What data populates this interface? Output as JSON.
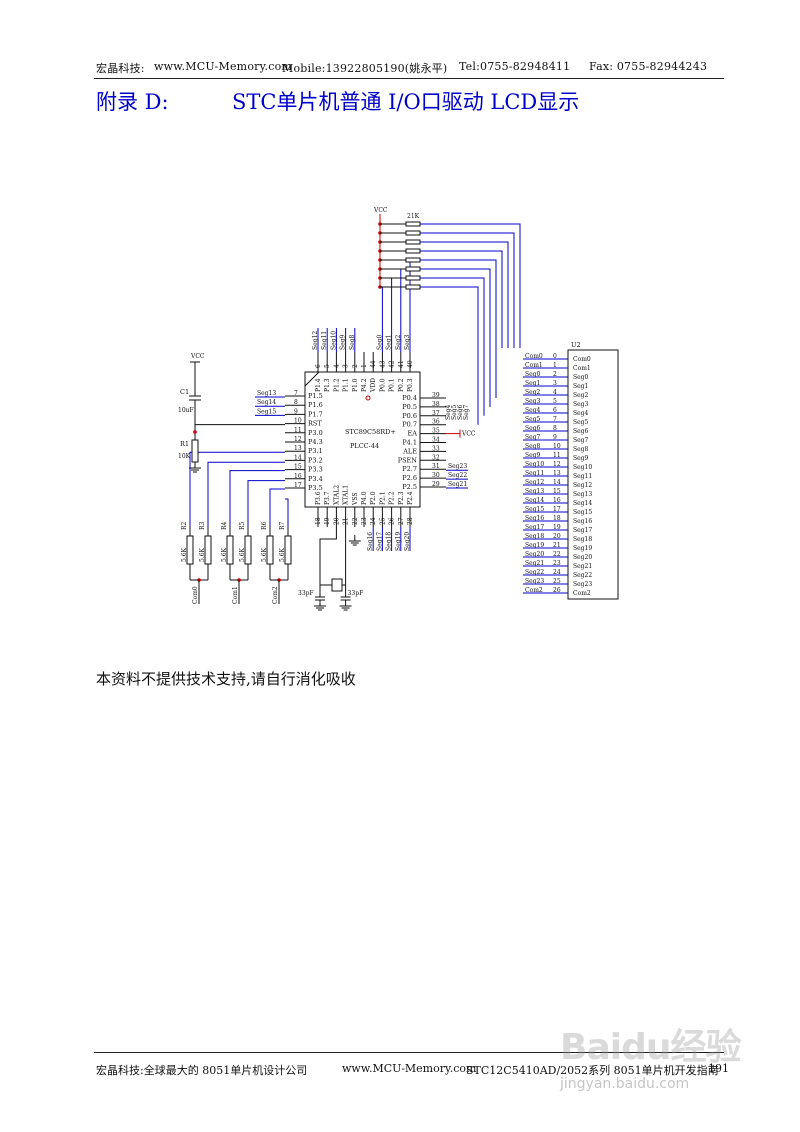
{
  "header": {
    "company": "宏晶科技:",
    "website": "www.MCU-Memory.com",
    "mobile": "Mobile:13922805190(姚永平)",
    "tel": "Tel:0755-82948411",
    "fax": "Fax: 0755-82944243"
  },
  "title": {
    "label": "附录 D:",
    "text": "STC单片机普通 I/O口驱动 LCD显示"
  },
  "schematic": {
    "vcc": "VCC",
    "resistor_array_label": "21K",
    "chip_name": "STC89C58RD+",
    "chip_package": "PLCC-44",
    "lcd_ref": "U2",
    "c1": "C1",
    "c1_value": "10uF",
    "r1": "R1",
    "r1_value": "10K",
    "cap_value": "33pF",
    "rst": "RST",
    "ea": "EA",
    "ale": "ALE",
    "psen": "PSEN",
    "left_pins": [
      {
        "name": "P1.5",
        "num": "7",
        "net": "Seg13"
      },
      {
        "name": "P1.6",
        "num": "8",
        "net": "Seg14"
      },
      {
        "name": "P1.7",
        "num": "9",
        "net": "Seg15"
      },
      {
        "name": "RST",
        "num": "10",
        "net": ""
      },
      {
        "name": "P3.0",
        "num": "11",
        "net": ""
      },
      {
        "name": "P4.3",
        "num": "12",
        "net": ""
      },
      {
        "name": "P3.1",
        "num": "13",
        "net": ""
      },
      {
        "name": "P3.2",
        "num": "14",
        "net": ""
      },
      {
        "name": "P3.3",
        "num": "15",
        "net": ""
      },
      {
        "name": "P3.4",
        "num": "16",
        "net": ""
      },
      {
        "name": "P3.5",
        "num": "17",
        "net": ""
      }
    ],
    "top_pins": [
      {
        "name": "P1.4",
        "num": "6",
        "net": "Seg12"
      },
      {
        "name": "P1.3",
        "num": "5",
        "net": "Seg11"
      },
      {
        "name": "P1.2",
        "num": "4",
        "net": "Seg10"
      },
      {
        "name": "P1.1",
        "num": "3",
        "net": "Seg9"
      },
      {
        "name": "P1.0",
        "num": "2",
        "net": "Seg8"
      },
      {
        "name": "P4.2",
        "num": "1",
        "net": ""
      },
      {
        "name": "VDD",
        "num": "44",
        "net": ""
      },
      {
        "name": "P0.0",
        "num": "43",
        "net": "Seg0"
      },
      {
        "name": "P0.1",
        "num": "42",
        "net": "Seg1"
      },
      {
        "name": "P0.2",
        "num": "41",
        "net": "Seg2"
      },
      {
        "name": "P0.3",
        "num": "40",
        "net": "Seg3"
      }
    ],
    "right_pins": [
      {
        "name": "P0.4",
        "num": "39",
        "net": "Seg4"
      },
      {
        "name": "P0.5",
        "num": "38",
        "net": "Seg5"
      },
      {
        "name": "P0.6",
        "num": "37",
        "net": "Seg6"
      },
      {
        "name": "P0.7",
        "num": "36",
        "net": "Seg7"
      },
      {
        "name": "EA",
        "num": "35",
        "net": "VCC"
      },
      {
        "name": "P4.1",
        "num": "34",
        "net": ""
      },
      {
        "name": "ALE",
        "num": "33",
        "net": ""
      },
      {
        "name": "PSEN",
        "num": "32",
        "net": ""
      },
      {
        "name": "P2.7",
        "num": "31",
        "net": "Seg23"
      },
      {
        "name": "P2.6",
        "num": "30",
        "net": "Seg22"
      },
      {
        "name": "P2.5",
        "num": "29",
        "net": "Seg21"
      }
    ],
    "bottom_pins": [
      {
        "name": "P3.6",
        "num": "18",
        "net": ""
      },
      {
        "name": "P3.7",
        "num": "19",
        "net": ""
      },
      {
        "name": "XTAL2",
        "num": "20",
        "net": ""
      },
      {
        "name": "XTAL1",
        "num": "21",
        "net": ""
      },
      {
        "name": "VSS",
        "num": "22",
        "net": ""
      },
      {
        "name": "P4.0",
        "num": "23",
        "net": ""
      },
      {
        "name": "P2.0",
        "num": "24",
        "net": "Seg16"
      },
      {
        "name": "P2.1",
        "num": "25",
        "net": "Seg17"
      },
      {
        "name": "P2.2",
        "num": "26",
        "net": "Seg18"
      },
      {
        "name": "P2.3",
        "num": "27",
        "net": "Seg19"
      },
      {
        "name": "P2.4",
        "num": "28",
        "net": "Seg20"
      }
    ],
    "bias_resistors": [
      {
        "ref": "R2",
        "value": "5.6K"
      },
      {
        "ref": "R3",
        "value": "5.6K"
      },
      {
        "ref": "R4",
        "value": "5.6K"
      },
      {
        "ref": "R5",
        "value": "5.6K"
      },
      {
        "ref": "R6",
        "value": "5.6K"
      },
      {
        "ref": "R7",
        "value": "5.6K"
      }
    ],
    "com_nets": [
      "Com0",
      "Com1",
      "Com2"
    ],
    "lcd_rows": [
      {
        "net": "Com0",
        "num": "0",
        "pin": "Com0"
      },
      {
        "net": "Com1",
        "num": "1",
        "pin": "Com1"
      },
      {
        "net": "Seg0",
        "num": "2",
        "pin": "Seg0"
      },
      {
        "net": "Seg1",
        "num": "3",
        "pin": "Seg1"
      },
      {
        "net": "Seg2",
        "num": "4",
        "pin": "Seg2"
      },
      {
        "net": "Seg3",
        "num": "5",
        "pin": "Seg3"
      },
      {
        "net": "Seg4",
        "num": "6",
        "pin": "Seg4"
      },
      {
        "net": "Seg5",
        "num": "7",
        "pin": "Seg5"
      },
      {
        "net": "Seg6",
        "num": "8",
        "pin": "Seg6"
      },
      {
        "net": "Seg7",
        "num": "9",
        "pin": "Seg7"
      },
      {
        "net": "Seg8",
        "num": "10",
        "pin": "Seg8"
      },
      {
        "net": "Seg9",
        "num": "11",
        "pin": "Seg9"
      },
      {
        "net": "Seg10",
        "num": "12",
        "pin": "Seg10"
      },
      {
        "net": "Seg11",
        "num": "13",
        "pin": "Seg11"
      },
      {
        "net": "Seg12",
        "num": "14",
        "pin": "Seg12"
      },
      {
        "net": "Seg13",
        "num": "15",
        "pin": "Seg13"
      },
      {
        "net": "Seg14",
        "num": "16",
        "pin": "Seg14"
      },
      {
        "net": "Seg15",
        "num": "17",
        "pin": "Seg15"
      },
      {
        "net": "Seg16",
        "num": "18",
        "pin": "Seg16"
      },
      {
        "net": "Seg17",
        "num": "19",
        "pin": "Seg17"
      },
      {
        "net": "Seg18",
        "num": "20",
        "pin": "Seg18"
      },
      {
        "net": "Seg19",
        "num": "21",
        "pin": "Seg19"
      },
      {
        "net": "Seg20",
        "num": "22",
        "pin": "Seg20"
      },
      {
        "net": "Seg21",
        "num": "23",
        "pin": "Seg21"
      },
      {
        "net": "Seg22",
        "num": "24",
        "pin": "Seg22"
      },
      {
        "net": "Seg23",
        "num": "25",
        "pin": "Seg23"
      },
      {
        "net": "Com2",
        "num": "26",
        "pin": "Com2"
      }
    ]
  },
  "note": "本资料不提供技术支持,请自行消化吸收",
  "footer": {
    "company": "宏晶科技:全球最大的 8051单片机设计公司",
    "website": "www.MCU-Memory.com",
    "doc": "STC12C5410AD/2052系列 8051单片机开发指南",
    "page": "191"
  },
  "watermark": {
    "logo": "Baidu经验",
    "url": "jingyan.baidu.com"
  },
  "colors": {
    "wire": "#0000cc",
    "part": "#111111",
    "junction": "#cc0000",
    "title": "#0000cc"
  }
}
